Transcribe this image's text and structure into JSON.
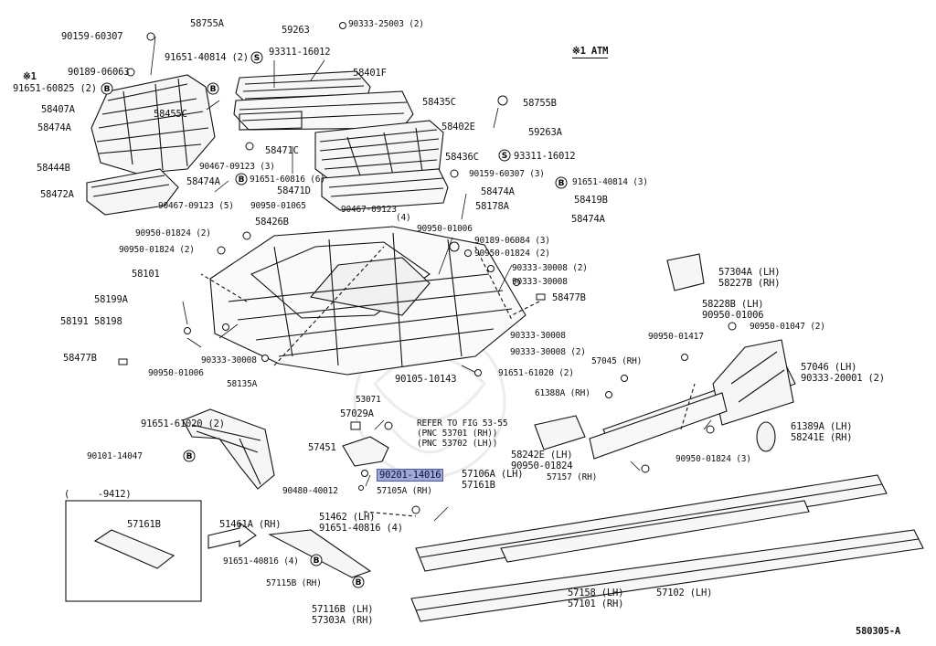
{
  "diagram": {
    "header_note": "※1 ATM",
    "callout_left_prefix": "※1",
    "fig_code": "580305-A",
    "inset_label": "(     -9412)",
    "refer_lines": [
      "REFER TO FIG 53-55",
      "(PNC 53701 (RH))",
      "(PNC 53702 (LH))"
    ],
    "highlighted_part": "90201-14016",
    "marker_letter": "B",
    "marker_s": "S",
    "parts": [
      "90159-60307",
      "58755A",
      "59263",
      "90333-25003 (2)",
      "91651-40814 (2)",
      "93311-16012",
      "58401F",
      "90189-06063",
      "91651-60825 (2)",
      "58407A",
      "58455C",
      "58435C",
      "58755B",
      "58474A",
      "58402E",
      "59263A",
      "58471C",
      "58436C",
      "93311-16012",
      "58444B",
      "90467-09123 (3)",
      "90159-60307 (3)",
      "91651-40814 (3)",
      "58474A",
      "91651-60816 (6)",
      "58474A",
      "58472A",
      "58471D",
      "58419B",
      "90467-09123 (5)",
      "90950-01065",
      "90467-09123",
      "58178A",
      "58474A",
      "58426B",
      "(4)",
      "90950-01006",
      "90950-01824 (2)",
      "90189-06084 (3)",
      "90950-01824 (2)",
      "90950-01824 (2)",
      "58101",
      "90333-30008 (2)",
      "90333-30008",
      "58199A",
      "58477B",
      "58191",
      "58198",
      "90333-30008",
      "90333-30008 (2)",
      "58477B",
      "90333-30008",
      "90950-01006",
      "58135A",
      "90105-10143",
      "91651-61020 (2)",
      "53071",
      "57029A",
      "57451",
      "91651-61020 (2)",
      "90101-14047",
      "90480-40012",
      "57105A (RH)",
      "57106A (LH)",
      "57161B",
      "57161B",
      "51461A (RH)",
      "51462  (LH)",
      "91651-40816 (4)",
      "91651-40816 (4)",
      "57115B (RH)",
      "57116B (LH)",
      "57303A (RH)",
      "57304A (LH)",
      "58227B (RH)",
      "58228B (LH)",
      "90950-01006",
      "90950-01417",
      "90950-01047 (2)",
      "57045 (RH)",
      "57046 (LH)",
      "90333-20001 (2)",
      "61388A (RH)",
      "61389A (LH)",
      "58241E (RH)",
      "58242E (LH)",
      "90950-01824",
      "90950-01824 (3)",
      "57157 (RH)",
      "57158 (LH)",
      "57101 (RH)",
      "57102 (LH)"
    ]
  }
}
